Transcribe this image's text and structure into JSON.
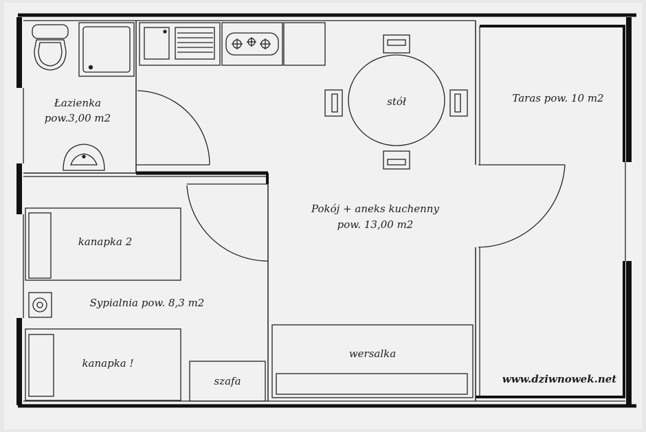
{
  "rooms": {
    "bathroom": {
      "name": "Łazienka",
      "area": "pow.3,00 m2"
    },
    "living": {
      "name": "Pokój + aneks kuchenny",
      "area": "pow. 13,00 m2"
    },
    "terrace": {
      "label": "Taras pow. 10 m2"
    },
    "bedroom": {
      "label": "Sypialnia pow. 8,3 m2"
    }
  },
  "furniture": {
    "table": "stół",
    "sofa_bed_2": "kanapka 2",
    "sofa_bed_1": "kanapka !",
    "wardrobe": "szafa",
    "couch": "wersalka"
  },
  "watermark": "www.dziwnowek.net"
}
